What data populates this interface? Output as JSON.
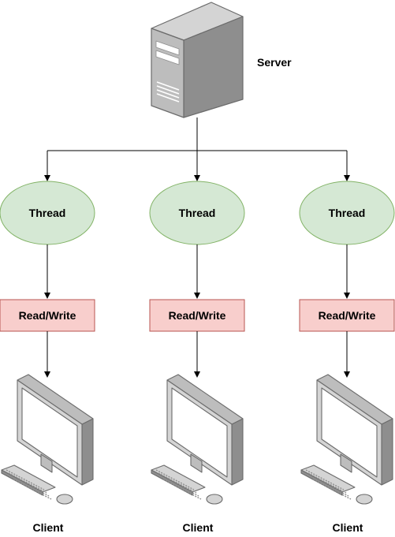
{
  "server": {
    "label": "Server",
    "icon": "server-tower-icon"
  },
  "columns": [
    {
      "thread_label": "Thread",
      "rw_label": "Read/Write",
      "client_label": "Client",
      "client_icon": "desktop-computer-icon"
    },
    {
      "thread_label": "Thread",
      "rw_label": "Read/Write",
      "client_label": "Client",
      "client_icon": "desktop-computer-icon"
    },
    {
      "thread_label": "Thread",
      "rw_label": "Read/Write",
      "client_label": "Client",
      "client_icon": "desktop-computer-icon"
    }
  ],
  "colors": {
    "thread_fill": "#d5e8d4",
    "thread_stroke": "#82b366",
    "rw_fill": "#f8cecc",
    "rw_stroke": "#b85450",
    "line": "#000000",
    "device_light": "#d4d4d4",
    "device_mid": "#bdbdbd",
    "device_dark": "#8e8e8e",
    "device_outline": "#6b6b6b",
    "screen": "#ffffff"
  }
}
